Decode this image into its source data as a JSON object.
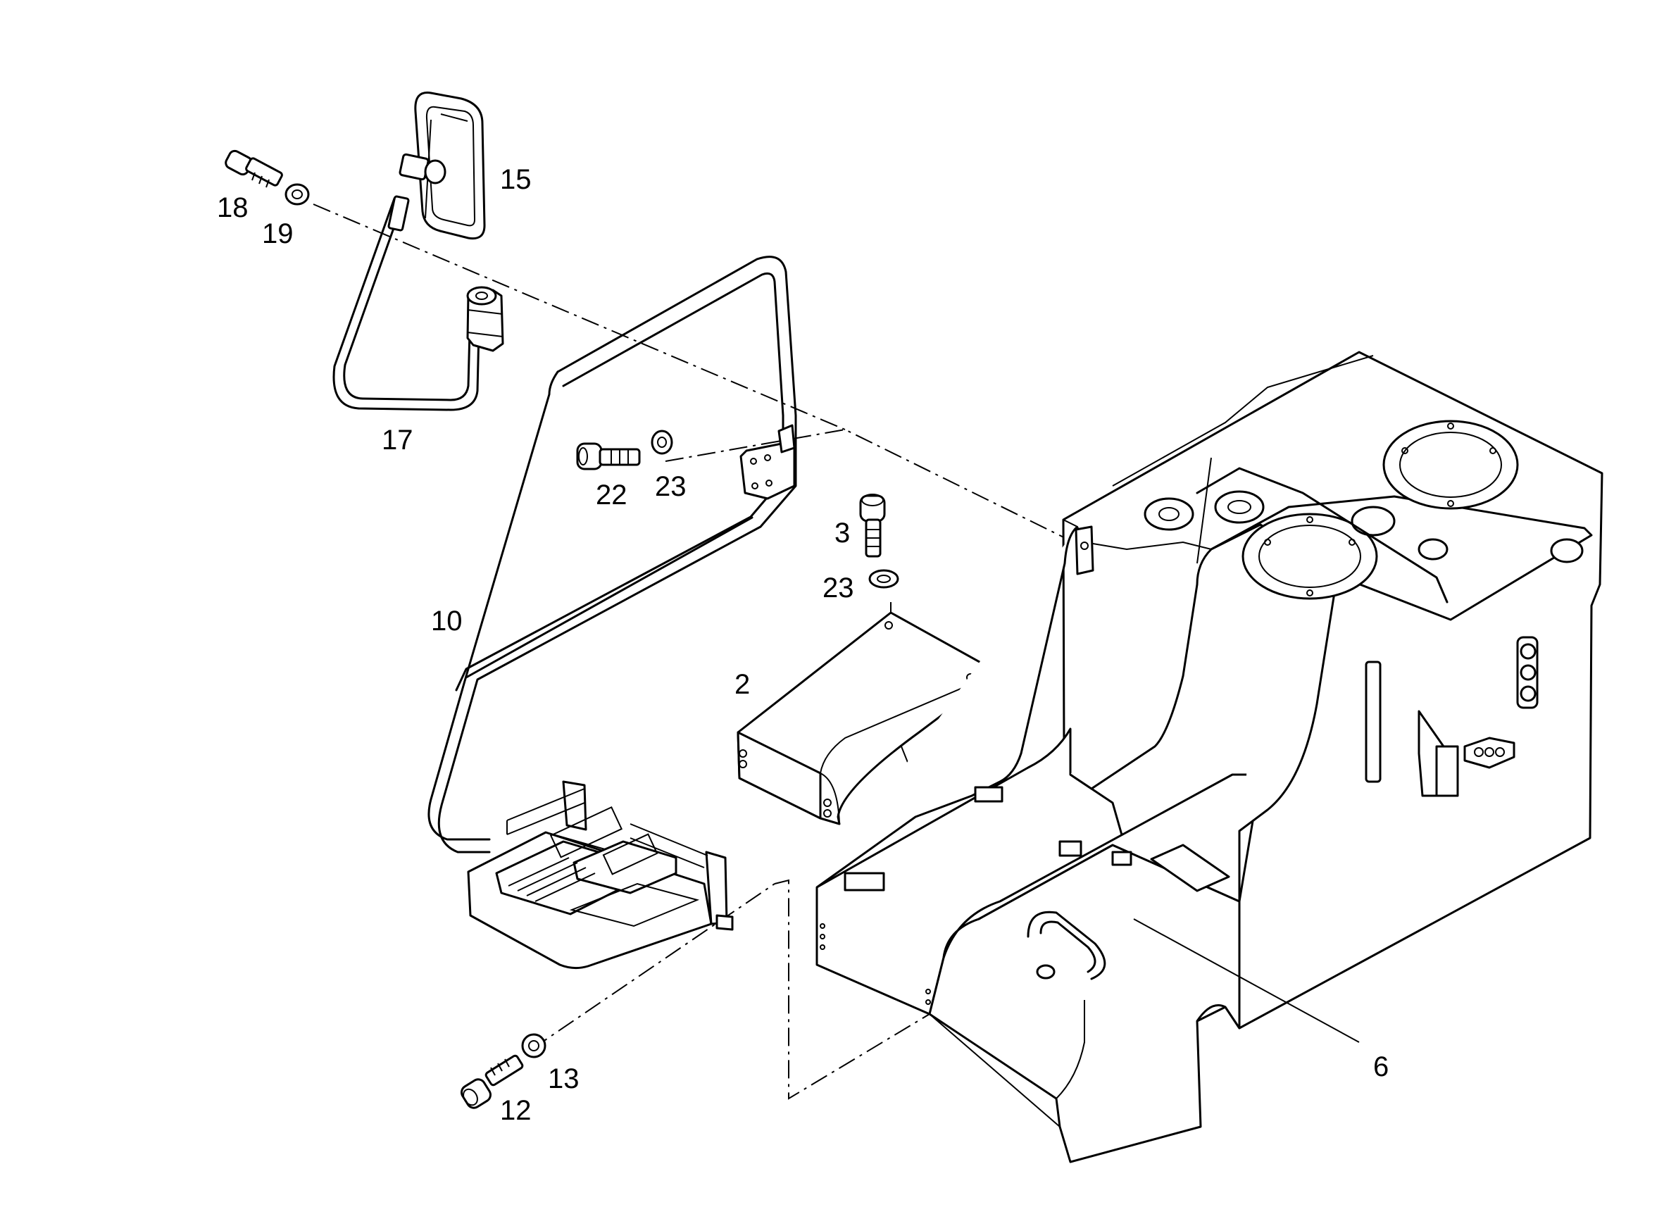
{
  "diagram": {
    "callouts": [
      {
        "id": "18",
        "label": "18"
      },
      {
        "id": "19",
        "label": "19"
      },
      {
        "id": "15",
        "label": "15"
      },
      {
        "id": "17",
        "label": "17"
      },
      {
        "id": "22",
        "label": "22"
      },
      {
        "id": "23a",
        "label": "23"
      },
      {
        "id": "3",
        "label": "3"
      },
      {
        "id": "23b",
        "label": "23"
      },
      {
        "id": "10",
        "label": "10"
      },
      {
        "id": "2",
        "label": "2"
      },
      {
        "id": "6",
        "label": "6"
      },
      {
        "id": "13",
        "label": "13"
      },
      {
        "id": "12",
        "label": "12"
      }
    ]
  }
}
